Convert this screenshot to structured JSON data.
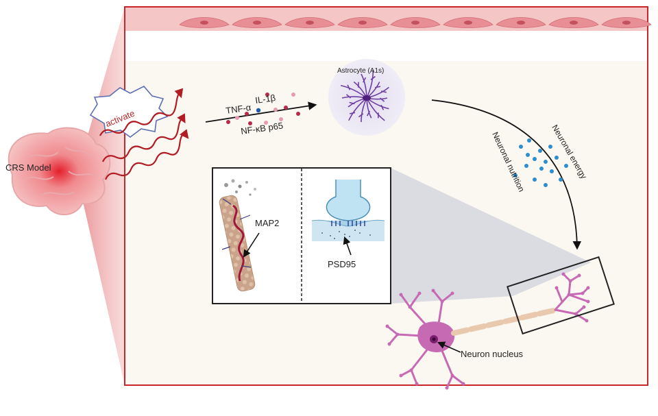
{
  "labels": {
    "crs_model": "CRS Model",
    "activate": "activate",
    "il1b": "IL-1β",
    "tnfa": "TNF-α",
    "nfkb": "NF-κB p65",
    "astrocyte": "Astrocyte  (A1s)",
    "neuronal_nutrition": "Neuronal nutrition",
    "neuronal_energy": "Neuronal energy",
    "map2": "MAP2",
    "psd95": "PSD95",
    "neuron_nucleus": "Neuron nucleus"
  },
  "colors": {
    "frame_red": "#c8262b",
    "band_pink": "#f2c1c2",
    "cell_pink": "#e88f95",
    "panel_bg": "#fbf7f1",
    "cytokine_red": "#b8294a",
    "cytokine_pink": "#e79bb1",
    "cytokine_blue": "#1f5aa8",
    "astrocyte_bg": "#ece8f5",
    "astrocyte_purple": "#6d3fa0",
    "dot_blue": "#2a8ed0",
    "neuron_pink": "#c76ab4",
    "axon_tan": "#e8c9ad",
    "spine_blue": "#bfe3f3",
    "gray_zoom": "#d6d8e0"
  }
}
